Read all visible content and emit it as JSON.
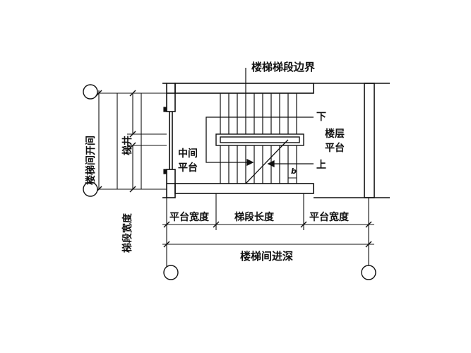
{
  "labels": {
    "flight_boundary": "楼梯梯段边界",
    "down": "下",
    "up": "上",
    "floor_landing_line1": "楼层",
    "floor_landing_line2": "平台",
    "middle_landing_line1": "中间",
    "middle_landing_line2": "平台",
    "stairwell_bay": "楼梯间开间",
    "stair_well": "梯井",
    "flight_width": "梯段宽度",
    "landing_width_left": "平台宽度",
    "flight_length": "梯段长度",
    "landing_width_right": "平台宽度",
    "stairwell_depth": "楼梯间进深",
    "tread": "b"
  },
  "colors": {
    "ink": "#111111",
    "wall_fill": "#ffffff",
    "background": "#ffffff"
  }
}
